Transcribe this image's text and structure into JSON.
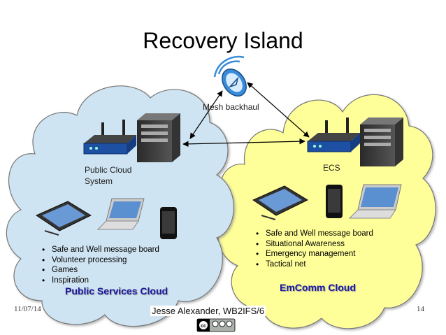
{
  "slide": {
    "title": "Recovery Island",
    "mesh_label": "Mesh backhaul",
    "left_cloud": {
      "system_label": "Public Cloud\nSystem",
      "system_label_line1": "Public Cloud",
      "system_label_line2": "System",
      "title": "Public Services Cloud",
      "bullets": [
        "Safe and Well message board",
        "Volunteer processing",
        "Games",
        "Inspiration"
      ],
      "color": "#cfe4f2"
    },
    "right_cloud": {
      "system_label": "ECS",
      "title": "EmComm Cloud",
      "bullets": [
        "Safe and Well message board",
        "Situational Awareness",
        "Emergency management",
        "Tactical net"
      ],
      "color": "#ffff99"
    },
    "footer": {
      "date": "11/07/14",
      "author": "Jesse Alexander, WB2IFS/6",
      "page": "14",
      "license_icon": "cc-by-nc-sa-icon"
    }
  }
}
